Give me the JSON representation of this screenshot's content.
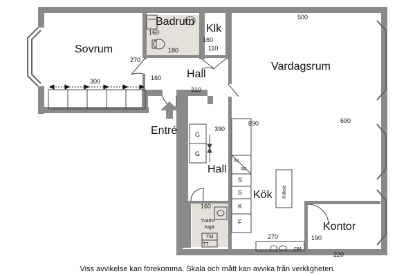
{
  "rooms": {
    "sovrum": "Sovrum",
    "badrum": "Badrum",
    "klk": "Klk",
    "vardagsrum": "Vardagsrum",
    "hall_upper": "Hall",
    "hall_lower": "Hall",
    "entre": "Entré",
    "kok": "Kök",
    "kontor": "Kontor",
    "tvattstuga_line1": "Tvätts-",
    "tvattstuga_line2": "tuga"
  },
  "dimensions": {
    "vardagsrum_width": "500",
    "vardagsrum_depth": "690",
    "sovrum_width": "300",
    "sovrum_depth": "270",
    "badrum_width": "180",
    "badrum_depth": "160",
    "klk_width": "110",
    "klk_depth": "160",
    "hall_upper_depth": "160",
    "hall_upper_width": "310",
    "hall_lower_depth": "390",
    "kok_depth": "890",
    "kok_width": "270",
    "tvattstuga_width": "160",
    "kontor_width": "220",
    "kontor_depth": "190"
  },
  "fixtures": {
    "wardrobe_a": "G",
    "wardrobe_b": "G",
    "kitchen_iu": "IU",
    "kitchen_im": "IM",
    "kitchen_s1": "S",
    "kitchen_s2": "S",
    "kitchen_k": "K",
    "kitchen_f": "F",
    "koksö": "Köksö",
    "dishwasher": "DM",
    "tvattmaskin": "TM",
    "torktumlare": "TT"
  },
  "footer": "Viss avvikelse kan förekomma. Skala och mått kan avvika från verkligheten.",
  "colors": {
    "wall": "#8a8a8a",
    "wet_room": "#e4e0da",
    "line": "#444444"
  }
}
